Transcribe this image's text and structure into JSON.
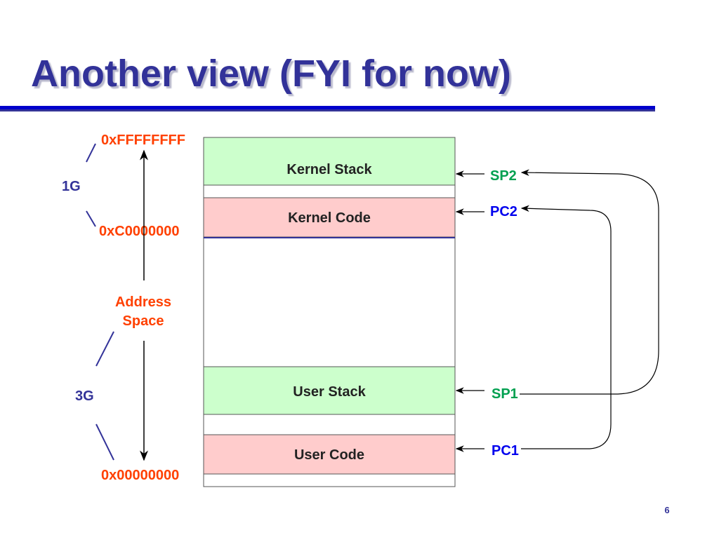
{
  "title": "Another view (FYI for now)",
  "addresses": {
    "top": "0xFFFFFFFF",
    "kernel_base": "0xC0000000",
    "bottom": "0x00000000"
  },
  "sizes": {
    "kernel": "1G",
    "user": "3G"
  },
  "address_space_label": [
    "Address",
    "Space"
  ],
  "regions": {
    "kernel_stack": "Kernel Stack",
    "kernel_code": "Kernel Code",
    "user_stack": "User Stack",
    "user_code": "User Code"
  },
  "pointers": {
    "sp2": "SP2",
    "pc2": "PC2",
    "sp1": "SP1",
    "pc1": "PC1"
  },
  "page_number": "6",
  "colors": {
    "title": "#333399",
    "rule": "#0000cc",
    "address": "#ff4000",
    "size": "#333399",
    "stack_fill": "#ccffcc",
    "code_fill": "#ffcccc",
    "sp": "#00a050",
    "pc": "#0000ee"
  }
}
